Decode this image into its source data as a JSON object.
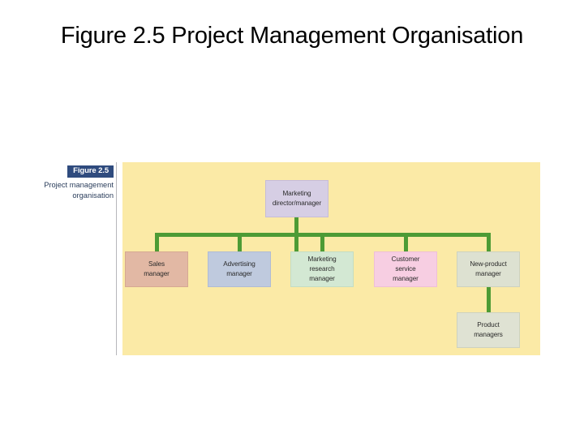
{
  "slide": {
    "title": "Figure 2.5 Project Management Organisation"
  },
  "figure_caption": {
    "badge": "Figure 2.5",
    "line1": "Project management",
    "line2": "organisation"
  },
  "diagram": {
    "type": "org-chart",
    "panel_color": "#fbeaa6",
    "connector_color": "#4d9b35",
    "nodes": [
      {
        "id": "marketing-director",
        "label": "Marketing\ndirector/manager",
        "line1": "Marketing",
        "line2": "director/manager",
        "line3": "",
        "color": "#d6cee4",
        "level": 0
      },
      {
        "id": "sales-manager",
        "label": "Sales\nmanager",
        "line1": "Sales",
        "line2": "manager",
        "line3": "",
        "color": "#e2b8a4",
        "level": 1
      },
      {
        "id": "advertising-manager",
        "label": "Advertising\nmanager",
        "line1": "Advertising",
        "line2": "manager",
        "line3": "",
        "color": "#bfcade",
        "level": 1
      },
      {
        "id": "marketing-research-manager",
        "label": "Marketing\nresearch\nmanager",
        "line1": "Marketing",
        "line2": "research",
        "line3": "manager",
        "color": "#d3e8d3",
        "level": 1
      },
      {
        "id": "customer-service-manager",
        "label": "Customer\nservice\nmanager",
        "line1": "Customer",
        "line2": "service",
        "line3": "manager",
        "color": "#f7cee2",
        "level": 1
      },
      {
        "id": "new-product-manager",
        "label": "New-product\nmanager",
        "line1": "New-product",
        "line2": "manager",
        "line3": "",
        "color": "#dde1d1",
        "level": 1
      },
      {
        "id": "product-managers",
        "label": "Product\nmanagers",
        "line1": "Product",
        "line2": "managers",
        "line3": "",
        "color": "#dfe2d3",
        "level": 2
      }
    ],
    "edges": [
      {
        "from": "marketing-director",
        "to": "sales-manager"
      },
      {
        "from": "marketing-director",
        "to": "advertising-manager"
      },
      {
        "from": "marketing-director",
        "to": "marketing-research-manager"
      },
      {
        "from": "marketing-director",
        "to": "customer-service-manager"
      },
      {
        "from": "marketing-director",
        "to": "new-product-manager"
      },
      {
        "from": "new-product-manager",
        "to": "product-managers"
      }
    ]
  }
}
